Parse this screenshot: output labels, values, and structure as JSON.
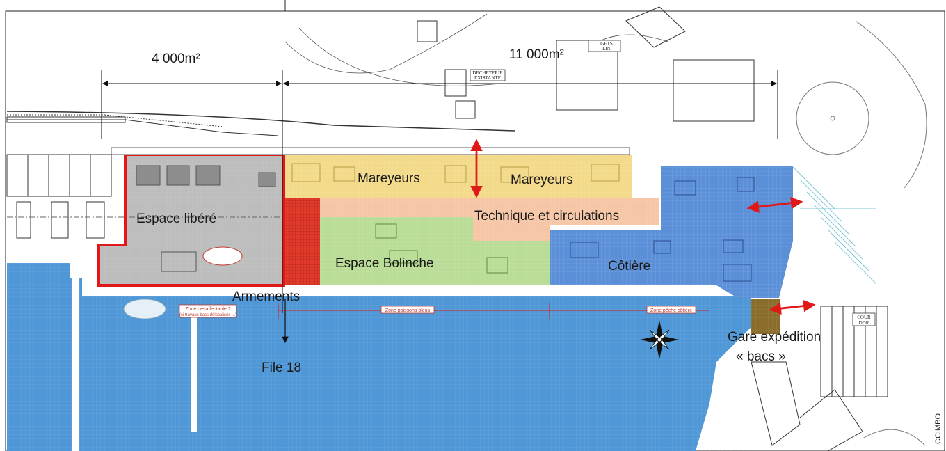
{
  "areas": {
    "left": "4 000m²",
    "right": "11 000m²"
  },
  "zones": {
    "espace_libere": "Espace libéré",
    "mareyeurs_1": "Mareyeurs",
    "mareyeurs_2": "Mareyeurs",
    "technique": "Technique et circulations",
    "bolinche": "Espace Bolinche",
    "cotiere": "Côtière",
    "armements": "Armements",
    "gare_line1": "Gare expédition",
    "gare_line2": "« bacs »",
    "file18": "File 18"
  },
  "quay_labels": {
    "zone_desaffectable": "Zone désaffectable ?",
    "zone_desaffectable_sub": "(si travaux bacs délocalisés ...)",
    "zone_poissons_bleus": "Zone poissons bleus",
    "zone_peche_cotiere": "Zone pêche côtière"
  },
  "plan_labels": {
    "decheterie": "DECHETERIE",
    "existante": "EXISTANTE",
    "gets": "GETS",
    "lin": "LIN",
    "cour": "COUR",
    "ddr": "DDR"
  },
  "credit": "CCIMBO",
  "colors": {
    "sea": "#4f97d6",
    "liberated": "#bdbdbd",
    "mareyeurs": "#f3d98a",
    "technique": "#f6c6a6",
    "bolinche": "#b9dc96",
    "cotiere": "#5b8fd8",
    "armements": "#e23b2b",
    "gare": "#8a6d2b",
    "highlight": "#e01818"
  }
}
